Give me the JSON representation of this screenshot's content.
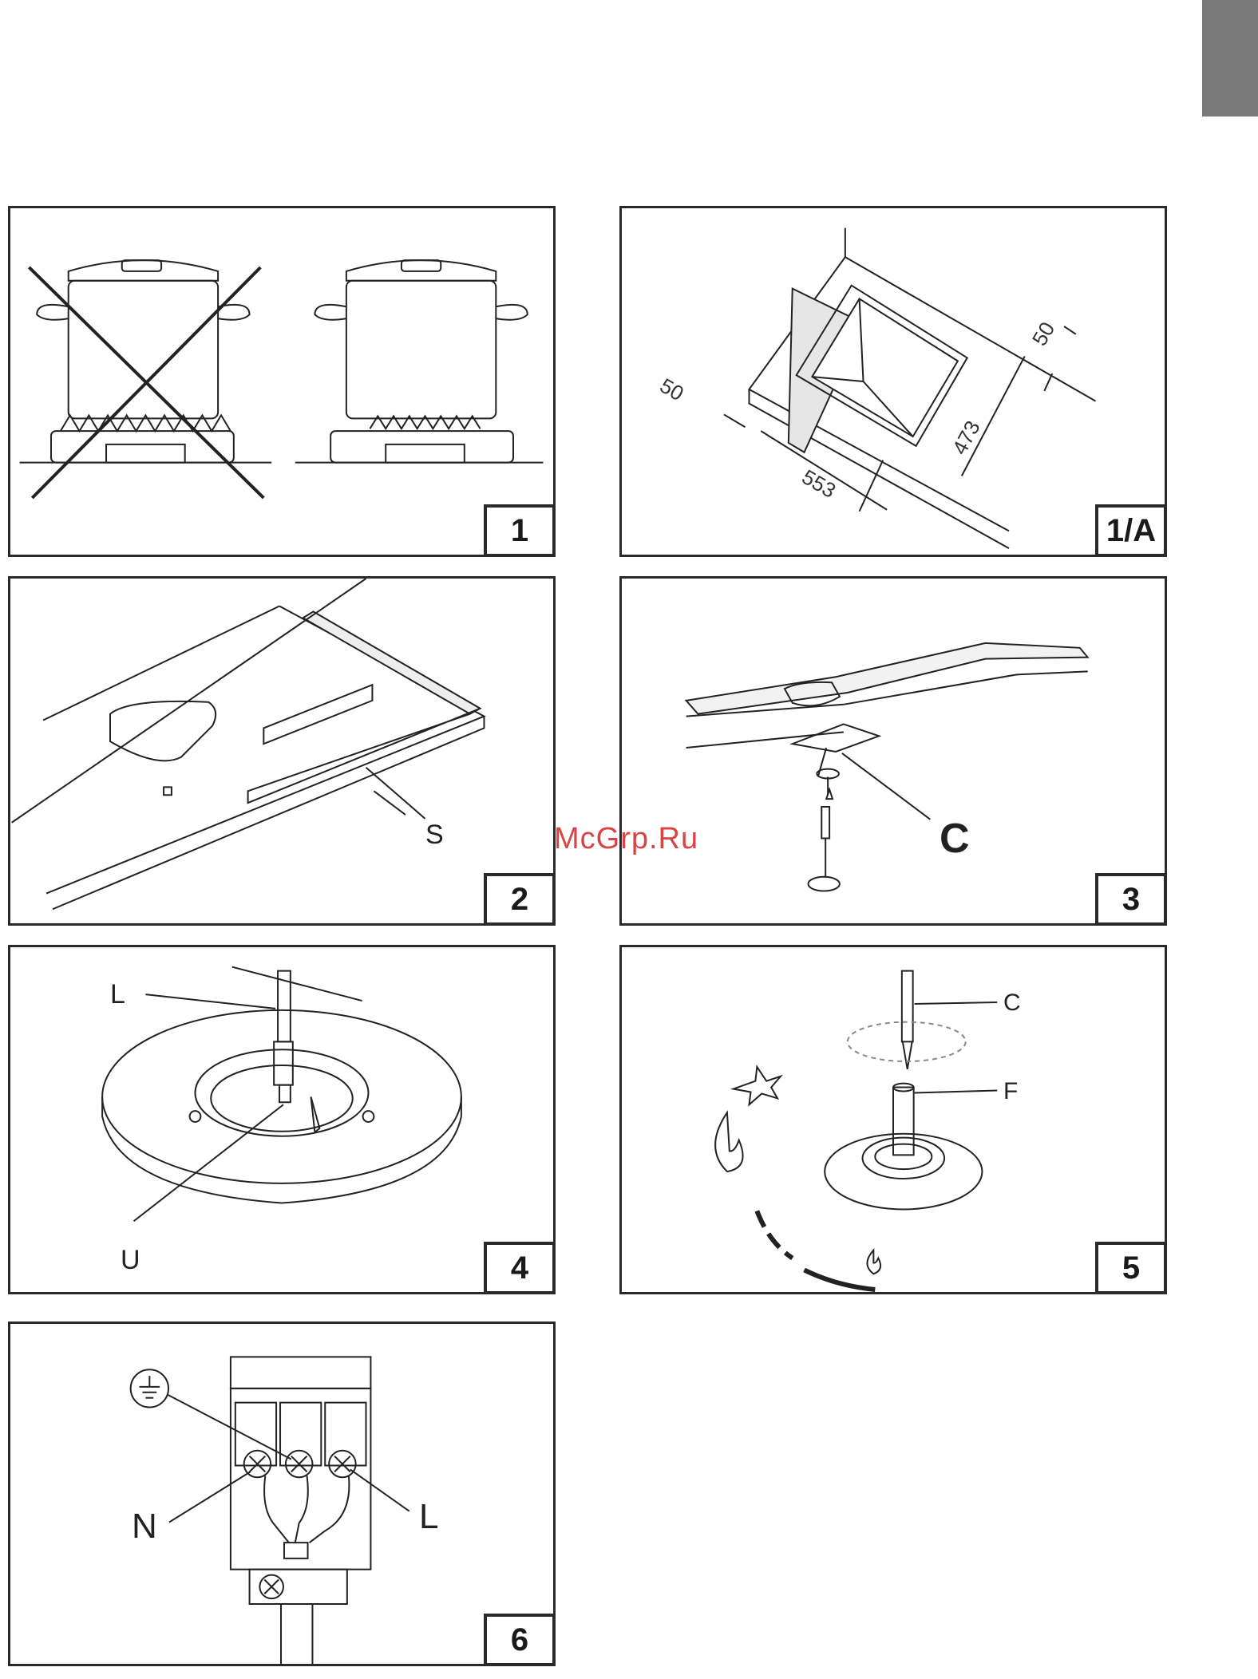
{
  "watermark": "McGrp.Ru",
  "figures": {
    "f1": {
      "number": "1"
    },
    "f1a": {
      "number": "1/A",
      "dims": {
        "top": "50",
        "left": "50",
        "height": "473",
        "width": "553"
      }
    },
    "f2": {
      "number": "2",
      "label_s": "S"
    },
    "f3": {
      "number": "3",
      "label_c": "C"
    },
    "f4": {
      "number": "4",
      "label_l": "L",
      "label_u": "U"
    },
    "f5": {
      "number": "5",
      "label_c": "C",
      "label_f": "F"
    },
    "f6": {
      "number": "6",
      "label_n": "N",
      "label_l": "L"
    }
  },
  "icons": [
    "earth-ground-icon",
    "star-ignition-icon",
    "large-flame-icon",
    "small-flame-icon"
  ]
}
